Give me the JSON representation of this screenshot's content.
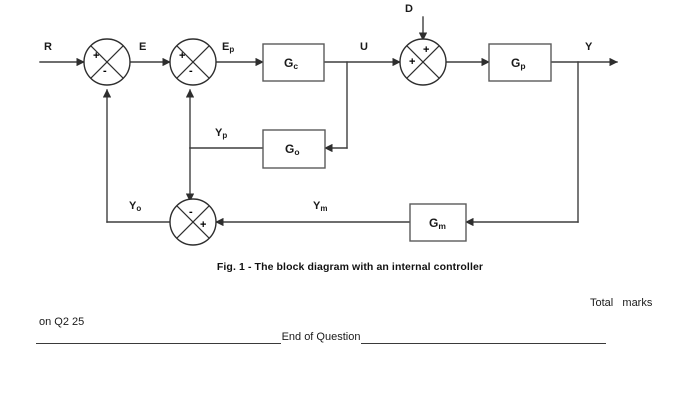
{
  "figure": {
    "caption": "Fig. 1 - The block diagram with an internal controller",
    "signals": {
      "reference": "R",
      "error": "E",
      "error_p": "E",
      "error_p_sub": "p",
      "control": "U",
      "disturbance": "D",
      "output": "Y",
      "y_pred": "Y",
      "y_pred_sub": "p",
      "y_obs": "Y",
      "y_obs_sub": "o",
      "y_meas": "Y",
      "y_meas_sub": "m"
    },
    "blocks": [
      {
        "id": "gc",
        "label": "G",
        "sub": "c",
        "title": "controller-block"
      },
      {
        "id": "gp",
        "label": "G",
        "sub": "p",
        "title": "plant-block"
      },
      {
        "id": "go",
        "label": "G",
        "sub": "o",
        "title": "internal-model-block"
      },
      {
        "id": "gm",
        "label": "G",
        "sub": "m",
        "title": "measurement-block"
      }
    ],
    "summing_junctions": [
      {
        "id": "sum1",
        "left": "+",
        "bottom": "-"
      },
      {
        "id": "sum2",
        "left": "+",
        "bottom": "-"
      },
      {
        "id": "sum3",
        "left": "+",
        "top": "+"
      },
      {
        "id": "sum4",
        "top": "-",
        "right": "+"
      }
    ],
    "colors": {
      "line": "#3f3f3f",
      "text": "#1a1a1a",
      "background": "#ffffff"
    }
  },
  "footer": {
    "total_marks": "Total   marks",
    "marks_line": "on Q2 25",
    "end_of_question": "End of Question"
  }
}
